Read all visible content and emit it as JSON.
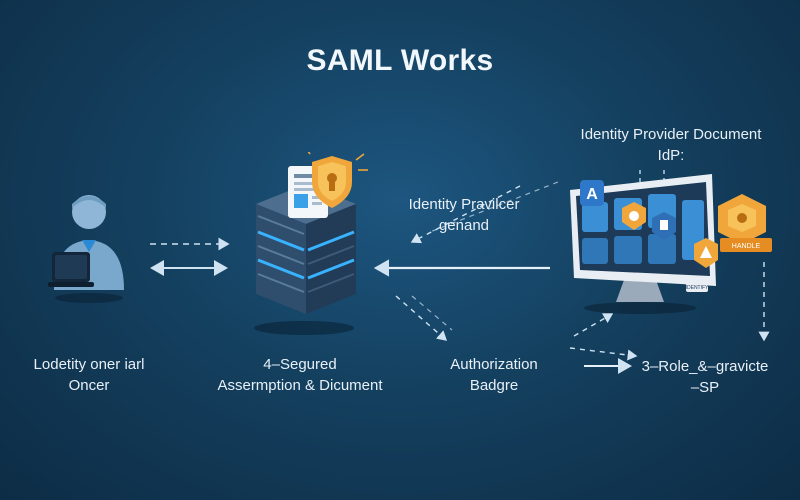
{
  "title": "SAML Works",
  "nodes": {
    "user": {
      "line1": "Lodetity oner iarl",
      "line2": "Oncer"
    },
    "server": {
      "line1": "4–Segured",
      "line2": "Assermption & Dicument"
    },
    "idp_request": {
      "line1": "Identity Pravilcer",
      "line2": "genand"
    },
    "authorization": {
      "line1": "Authorization",
      "line2": "Badgre"
    },
    "idp_document": {
      "line1": "Identity Provider Document",
      "line2": "IdP:"
    },
    "role_service": {
      "line1": "3–Role_&–gravicte",
      "line2": "–SP"
    }
  },
  "icons": {
    "monitor_badge_text": "IDENTIFY",
    "tag_text": "HANDLE"
  },
  "colors": {
    "background": "#14405f",
    "accent_orange": "#f0a63a",
    "accent_blue": "#3aa0e8",
    "line": "#cfe3f2"
  }
}
